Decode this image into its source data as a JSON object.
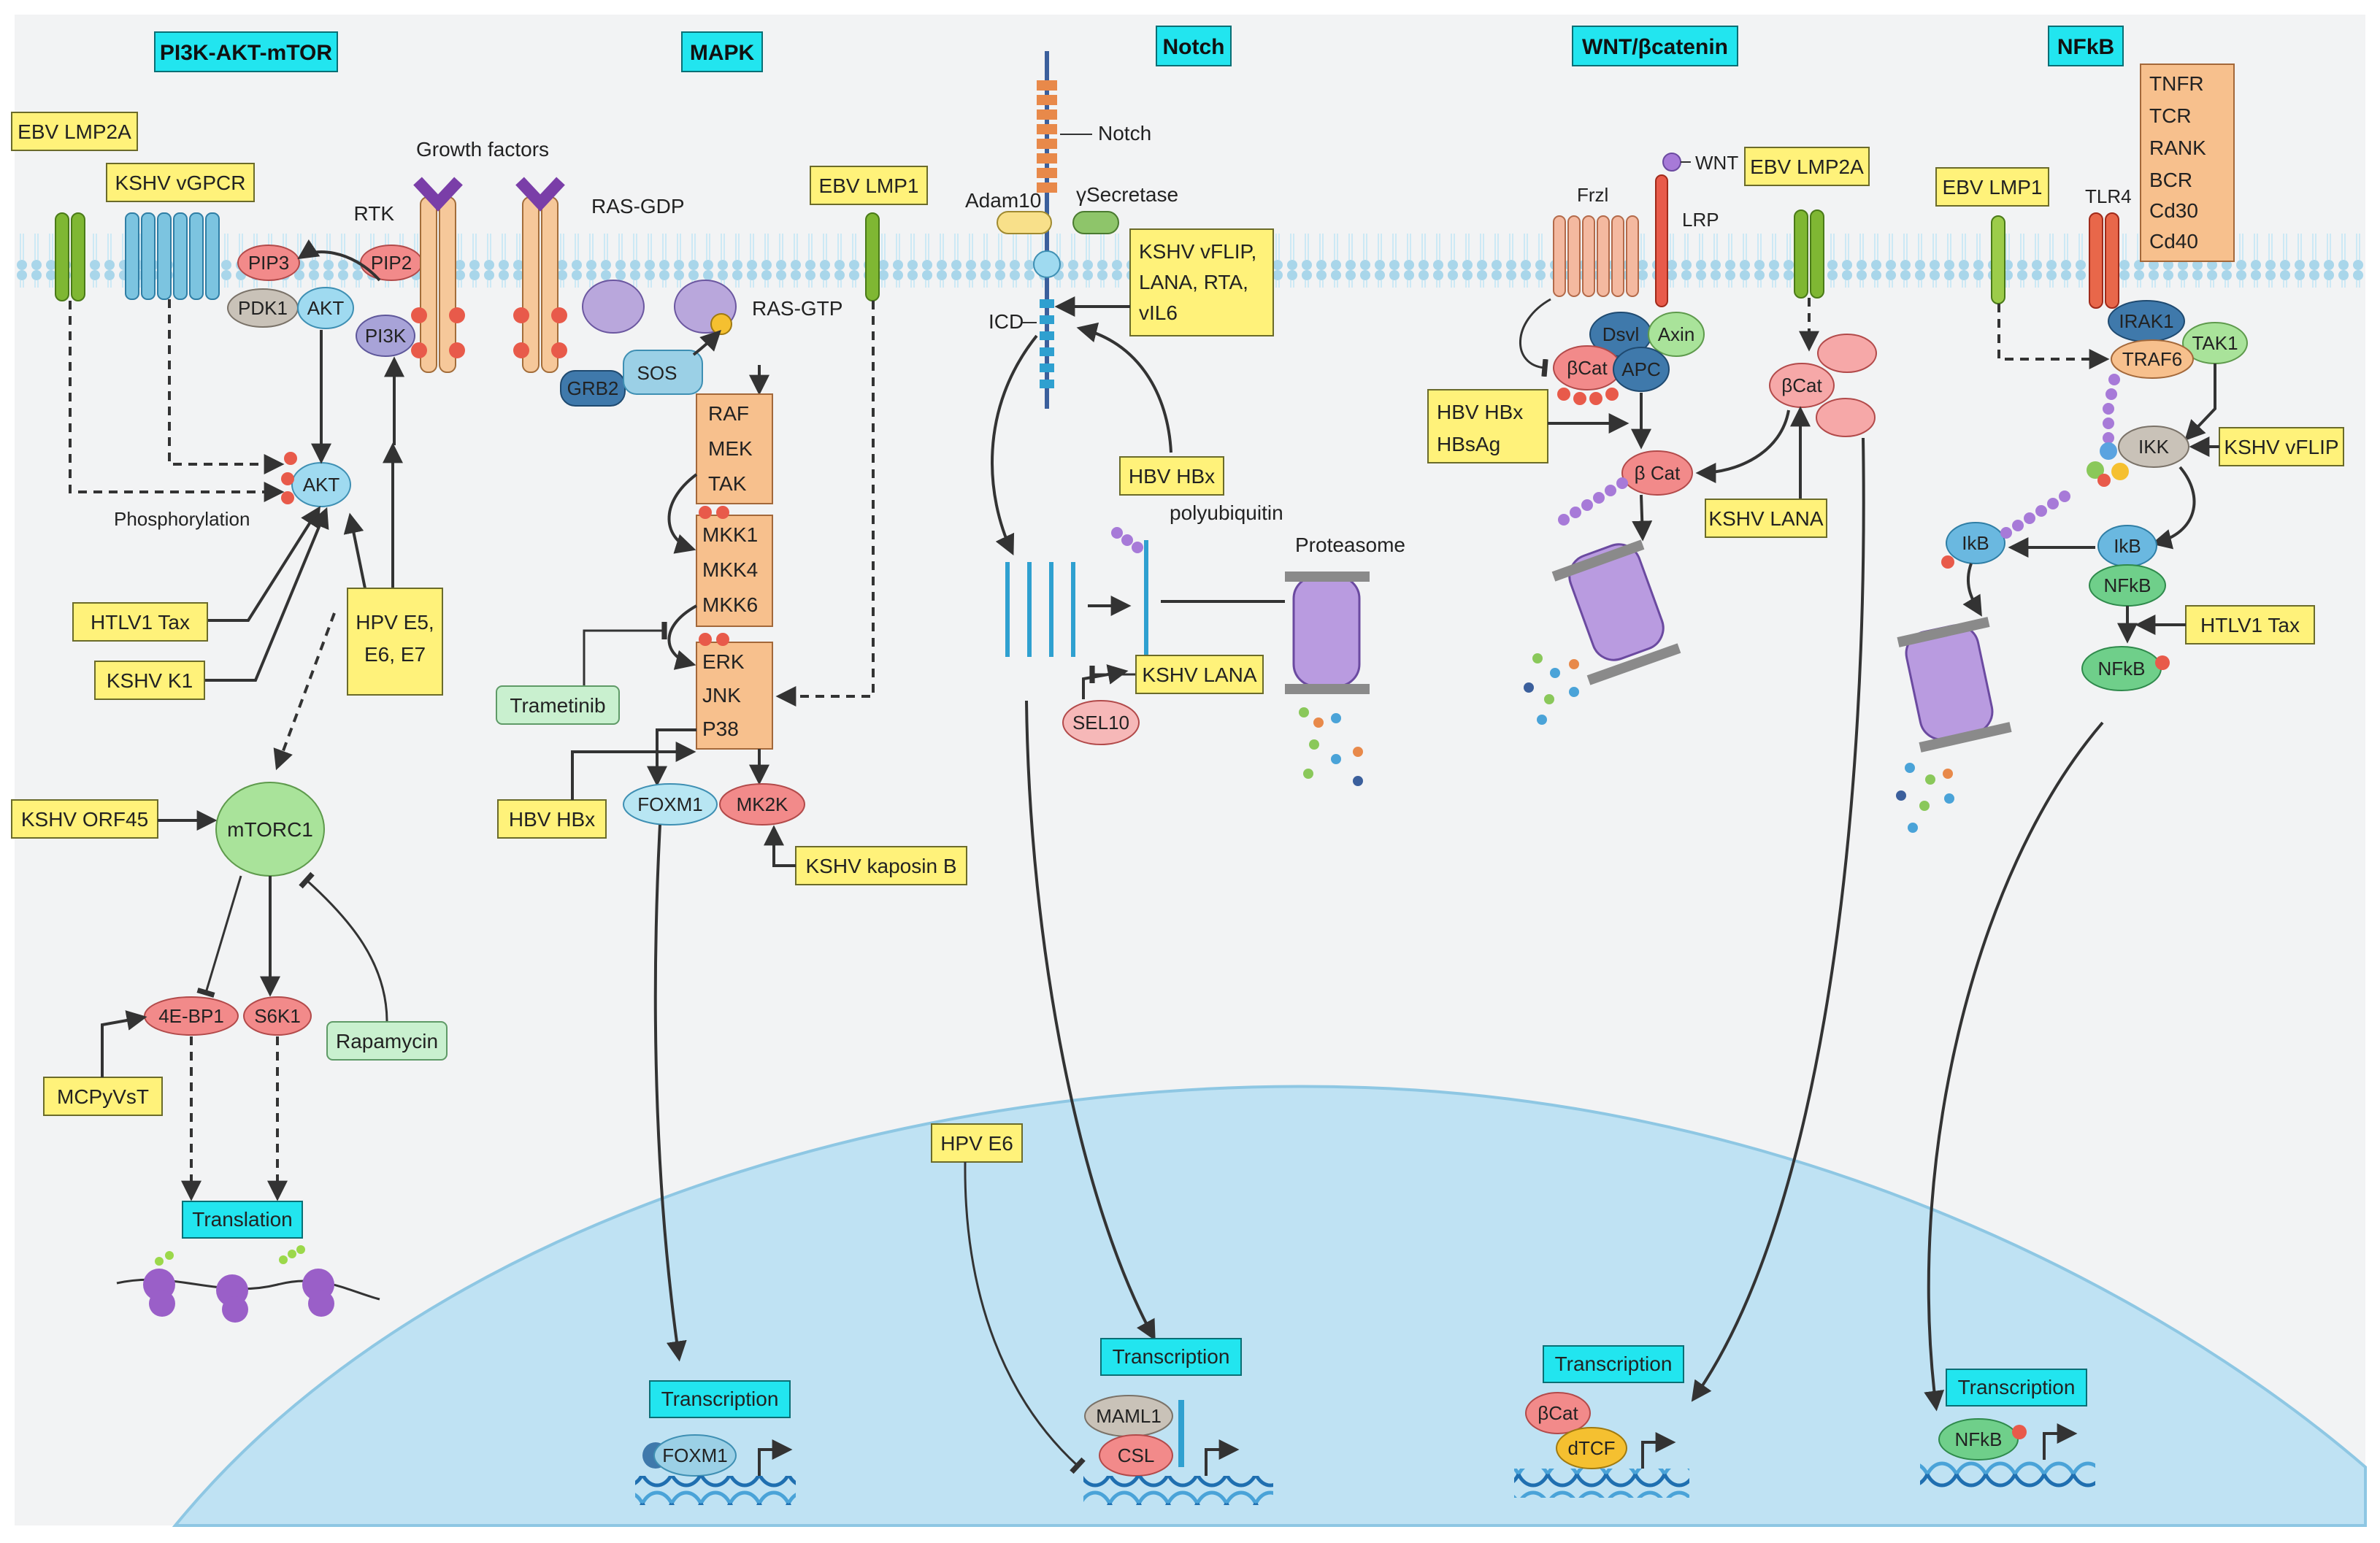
{
  "titles": {
    "pi3k": "PI3K-AKT-mTOR",
    "mapk": "MAPK",
    "notch": "Notch",
    "wnt": "WNT/βcatenin",
    "nfkb": "NFkB"
  },
  "viral": {
    "ebv_lmp2a_left": "EBV LMP2A",
    "kshv_vgpcr": "KSHV vGPCR",
    "htlv1_tax_left": "HTLV1 Tax",
    "kshv_k1": "KSHV K1",
    "hpv_e5_line1": "HPV E5,",
    "hpv_e5_line2": "E6, E7",
    "kshv_orf45": "KSHV ORF45",
    "mcpyvst": "MCPyVsT",
    "ebv_lmp1_mapk": "EBV LMP1",
    "hbv_hbx_mapk": "HBV HBx",
    "kshv_kaposin": "KSHV kaposin B",
    "kshv_vflip_line1": "KSHV vFLIP,",
    "kshv_vflip_line2": "LANA, RTA,",
    "kshv_vflip_line3": "vIL6",
    "hbv_hbx_notch": "HBV HBx",
    "kshv_lana_notch": "KSHV LANA",
    "hpv_e6": "HPV E6",
    "ebv_lmp2a_wnt": "EBV LMP2A",
    "hbv_hbx_wnt_line1": "HBV HBx",
    "hbv_hbx_wnt_line2": "HBsAg",
    "kshv_lana_wnt": "KSHV LANA",
    "ebv_lmp1_nfkb": "EBV LMP1",
    "kshv_vflip_nfkb": "KSHV vFLIP",
    "htlv1_tax_nfkb": "HTLV1 Tax"
  },
  "proteins": {
    "pip3": "PIP3",
    "pip2": "PIP2",
    "pdk1": "PDK1",
    "akt_top": "AKT",
    "akt": "AKT",
    "pi3k": "PI3K",
    "mtorc1": "mTORC1",
    "e4bp1": "4E-BP1",
    "s6k1": "S6K1",
    "grb2": "GRB2",
    "sos": "SOS",
    "foxm1": "FOXM1",
    "mk2k": "MK2K",
    "icd": "ICD",
    "sel10": "SEL10",
    "maml1": "MAML1",
    "csl": "CSL",
    "foxm1_nuc": "FOXM1",
    "dsvl": "Dsvl",
    "axin": "Axin",
    "bcat1": "βCat",
    "apc": "APC",
    "bcat2": "βCat",
    "bcat3": "β Cat",
    "bcat_nuc": "βCat",
    "dtcf": "dTCF",
    "irak1": "IRAK1",
    "tak1": "TAK1",
    "traf6": "TRAF6",
    "ikk": "IKK",
    "ikb_free": "IkB",
    "ikb": "IkB",
    "nfkb_cplx": "NFkB",
    "nfkb_free": "NFkB",
    "nfkb_nuc": "NFkB"
  },
  "kinase_boxes": {
    "raf_group": [
      "RAF",
      "MEK",
      "TAK"
    ],
    "mkk_group": [
      "MKK1",
      "MKK4",
      "MKK6"
    ],
    "erk_group": [
      "ERK",
      "JNK",
      "P38"
    ],
    "receptors": [
      "TNFR",
      "TCR",
      "RANK",
      "BCR",
      "Cd30",
      "Cd40"
    ]
  },
  "drugs": {
    "trametinib": "Trametinib",
    "rapamycin": "Rapamycin"
  },
  "labels": {
    "growth_factors": "Growth factors",
    "rtk": "RTK",
    "ras_gdp": "RAS-GDP",
    "ras_gtp": "RAS-GTP",
    "phosphorylation": "Phosphorylation",
    "notch": "Notch",
    "adam10": "Adam10",
    "gamma_secretase": "γSecretase",
    "polyubiquitin": "polyubiquitin",
    "proteasome": "Proteasome",
    "wnt": "WNT",
    "frzl": "Frzl",
    "lrp": "LRP",
    "tlr4": "TLR4"
  },
  "outputs": {
    "translation": "Translation",
    "transcription_foxm1": "Transcription",
    "transcription_notch": "Transcription",
    "transcription_wnt": "Transcription",
    "transcription_nfkb": "Transcription"
  },
  "colors": {
    "viral_box": "#fff27a",
    "title_box": "#22e5ef",
    "kinase_box": "#f7c08d",
    "drug_box": "#c9f0cf",
    "membrane": "#bfe3f2",
    "nucleus": "#bfe2f3",
    "proteasome": "#b99be0"
  }
}
